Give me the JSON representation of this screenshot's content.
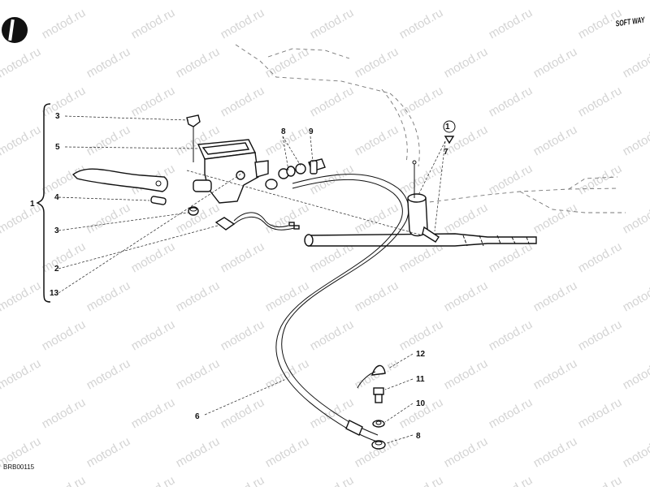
{
  "diagram": {
    "watermark": "motod.ru",
    "brand_logo": "SOFT WAY",
    "reference_code": "BRB00115",
    "callouts": {
      "c1": "1",
      "c2": "2",
      "c3a": "3",
      "c3b": "3",
      "c4": "4",
      "c5": "5",
      "c6": "6",
      "c7": "7",
      "c8a": "8",
      "c8b": "8",
      "c9": "9",
      "c10": "10",
      "c11": "11",
      "c12": "12",
      "c13": "13"
    }
  }
}
